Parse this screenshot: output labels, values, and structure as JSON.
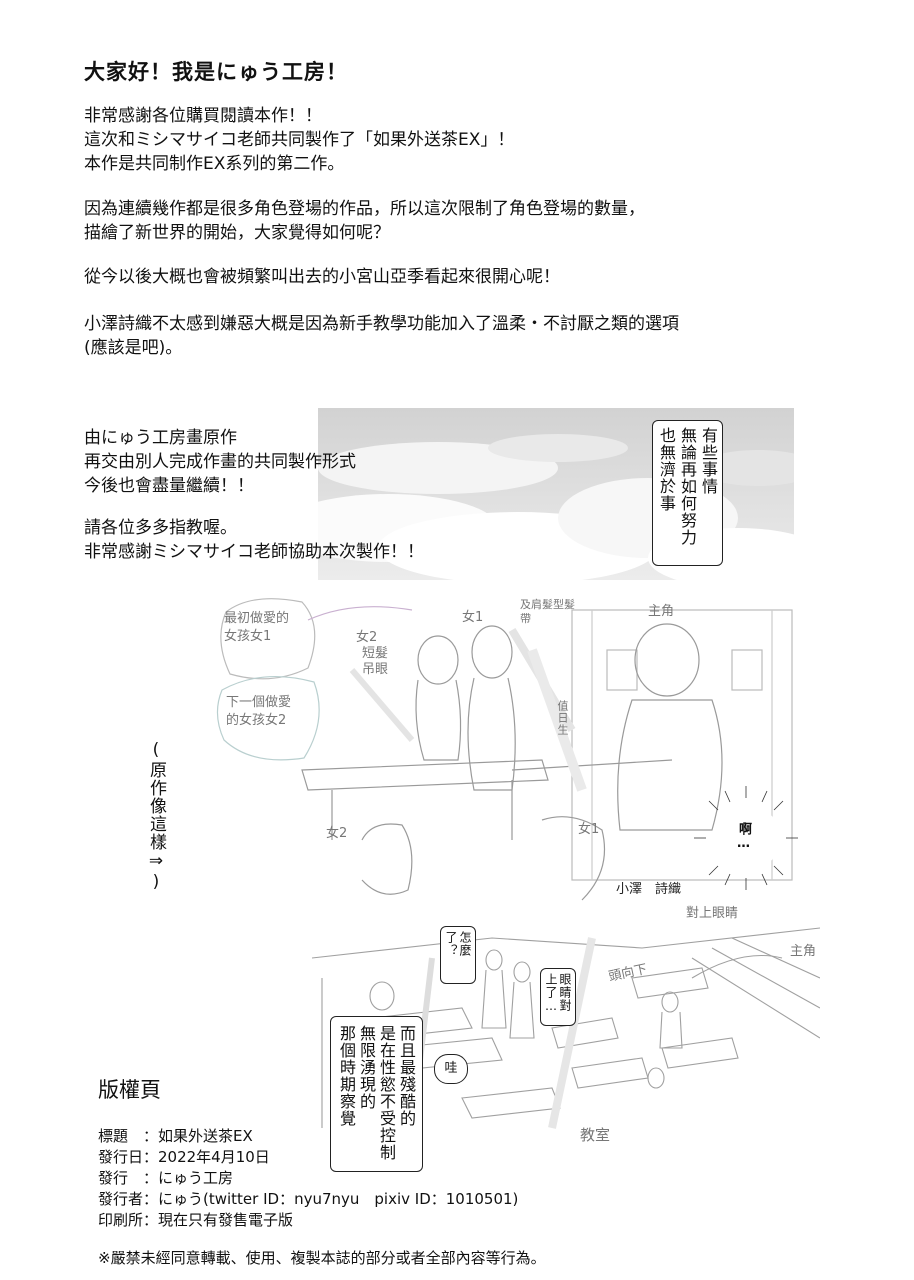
{
  "intro": {
    "greeting": "大家好！我是にゅう工房！",
    "p1": "非常感謝各位購買閱讀本作！！\n這次和ミシマサイコ老師共同製作了「如果外送茶EX」！\n本作是共同制作EX系列的第二作。",
    "p2": "因為連續幾作都是很多角色登場的作品，所以這次限制了角色登場的數量，\n描繪了新世界的開始，大家覺得如何呢？",
    "p3": "從今以後大概也會被頻繁叫出去的小宮山亞季看起來很開心呢！",
    "p4": "小澤詩織不太感到嫌惡大概是因為新手教學功能加入了溫柔・不討厭之類的選項\n(應該是吧)。"
  },
  "collab": {
    "p1": "由にゅう工房畫原作\n再交由別人完成作畫的共同製作形式\n今後也會盡量繼續！！",
    "p2": "請各位多多指教喔。\n非常感謝ミシマサイコ老師協助本次製作！！"
  },
  "sky_panel": {
    "bubble_col1": "有些事情",
    "bubble_col2": "無論再如何努力",
    "bubble_col3": "也無濟於事"
  },
  "sketch_top": {
    "note_first": "最初做愛的女孩女1",
    "note_next": "下一個做愛的女孩女2",
    "girl2_label": "女2",
    "girl2_desc": "短髮吊眼",
    "girl1_label": "女1",
    "girl1_desc": "及肩髮型髮帶",
    "protagonist": "主角",
    "duty": "值日生",
    "face2": "女2",
    "face1": "女1",
    "ah": "啊…",
    "ozawa": "小澤　詩織",
    "eye_contact": "對上眼睛"
  },
  "side_note": "(原作像這樣⇒)",
  "sketch_bottom": {
    "what": "怎麼了？",
    "eyes_met": "眼睛對上了…",
    "head_down": "頭向下",
    "protagonist": "主角",
    "wow": "哇",
    "narration_col1": "而且最殘酷的",
    "narration_col2": "是在性慾不受控制",
    "narration_col3": "無限湧現的",
    "narration_col4": "那個時期察覺",
    "classroom": "教室"
  },
  "colophon": {
    "title": "版權頁",
    "lines": "標題　：如果外送茶EX\n發行日：2022年4月10日\n發行　：にゅう工房\n發行者：にゅう(twitter ID：nyu7nyu　pixiv ID：1010501)\n印刷所：現在只有發售電子版",
    "notice": "※嚴禁未經同意轉載、使用、複製本誌的部分或者全部內容等行為。"
  }
}
